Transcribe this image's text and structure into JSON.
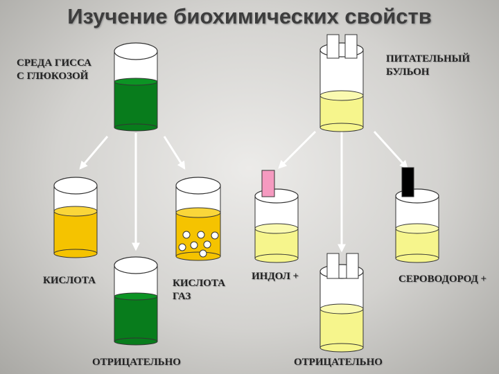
{
  "title": "Изучение биохимических свойств",
  "labels": {
    "hiss_line1": "СРЕДА ГИССА",
    "hiss_line2": "С ГЛЮКОЗОЙ",
    "broth_line1": "ПИТАТЕЛЬНЫЙ",
    "broth_line2": "БУЛЬОН",
    "acid": "КИСЛОТА",
    "acid_gas_line1": "КИСЛОТА",
    "acid_gas_line2": "ГАЗ",
    "negative_left": "ОТРИЦАТЕЛЬНО",
    "indole": "ИНДОЛ +",
    "negative_right": "ОТРИЦАТЕЛЬНО",
    "h2s": "СЕРОВОДОРОД +"
  },
  "colors": {
    "green_medium": "#087c1c",
    "yellow_acid": "#f5c300",
    "pale_yellow": "#f6f58c",
    "pink_strip": "#f59ac0",
    "black_strip": "#000000",
    "title_text": "#3d3d3d"
  },
  "icons": {
    "tube": "glass-tube-icon",
    "arrow": "arrow-icon",
    "strip": "paper-strip-icon",
    "stopper": "cotton-stopper-icon",
    "bubble": "gas-bubble-icon"
  }
}
